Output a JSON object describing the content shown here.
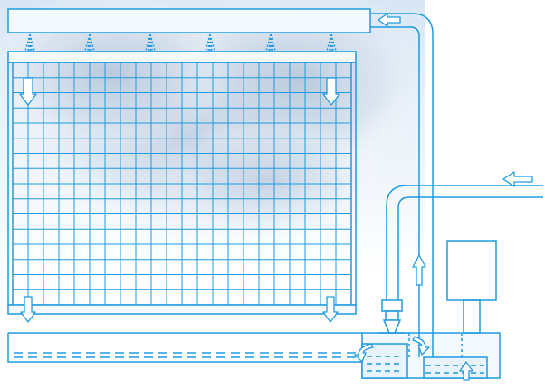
{
  "diagram": {
    "components": [
      {
        "id": "top-distribution-pipe",
        "icon": "pipe"
      },
      {
        "id": "spray-nozzles",
        "count": 6,
        "icon": "spray-nozzle-icon"
      },
      {
        "id": "cooling-pad-grid",
        "icon": "grid"
      },
      {
        "id": "collection-channel",
        "icon": "channel"
      },
      {
        "id": "water-tank",
        "icon": "tank"
      },
      {
        "id": "water-pump",
        "icon": "pump"
      },
      {
        "id": "motor-box",
        "icon": "box"
      },
      {
        "id": "return-pipe",
        "icon": "pipe"
      },
      {
        "id": "inlet-pipe",
        "icon": "pipe"
      }
    ],
    "flow_arrows": [
      {
        "id": "arrow-top-inlet",
        "direction": "left"
      },
      {
        "id": "arrow-right-inlet",
        "direction": "left"
      },
      {
        "id": "arrow-grid-down-left",
        "direction": "down"
      },
      {
        "id": "arrow-grid-down-right",
        "direction": "down"
      },
      {
        "id": "arrow-bottom-left",
        "direction": "down"
      },
      {
        "id": "arrow-bottom-right",
        "direction": "down"
      },
      {
        "id": "arrow-riser-up",
        "direction": "up"
      },
      {
        "id": "arrow-tank-up",
        "direction": "up"
      }
    ],
    "colors": {
      "line": "#1e9be0",
      "background_cloud": "#c7d3e3",
      "sky_gradient": "#dbe9f6",
      "water_fill": "#e8f3fb"
    }
  }
}
